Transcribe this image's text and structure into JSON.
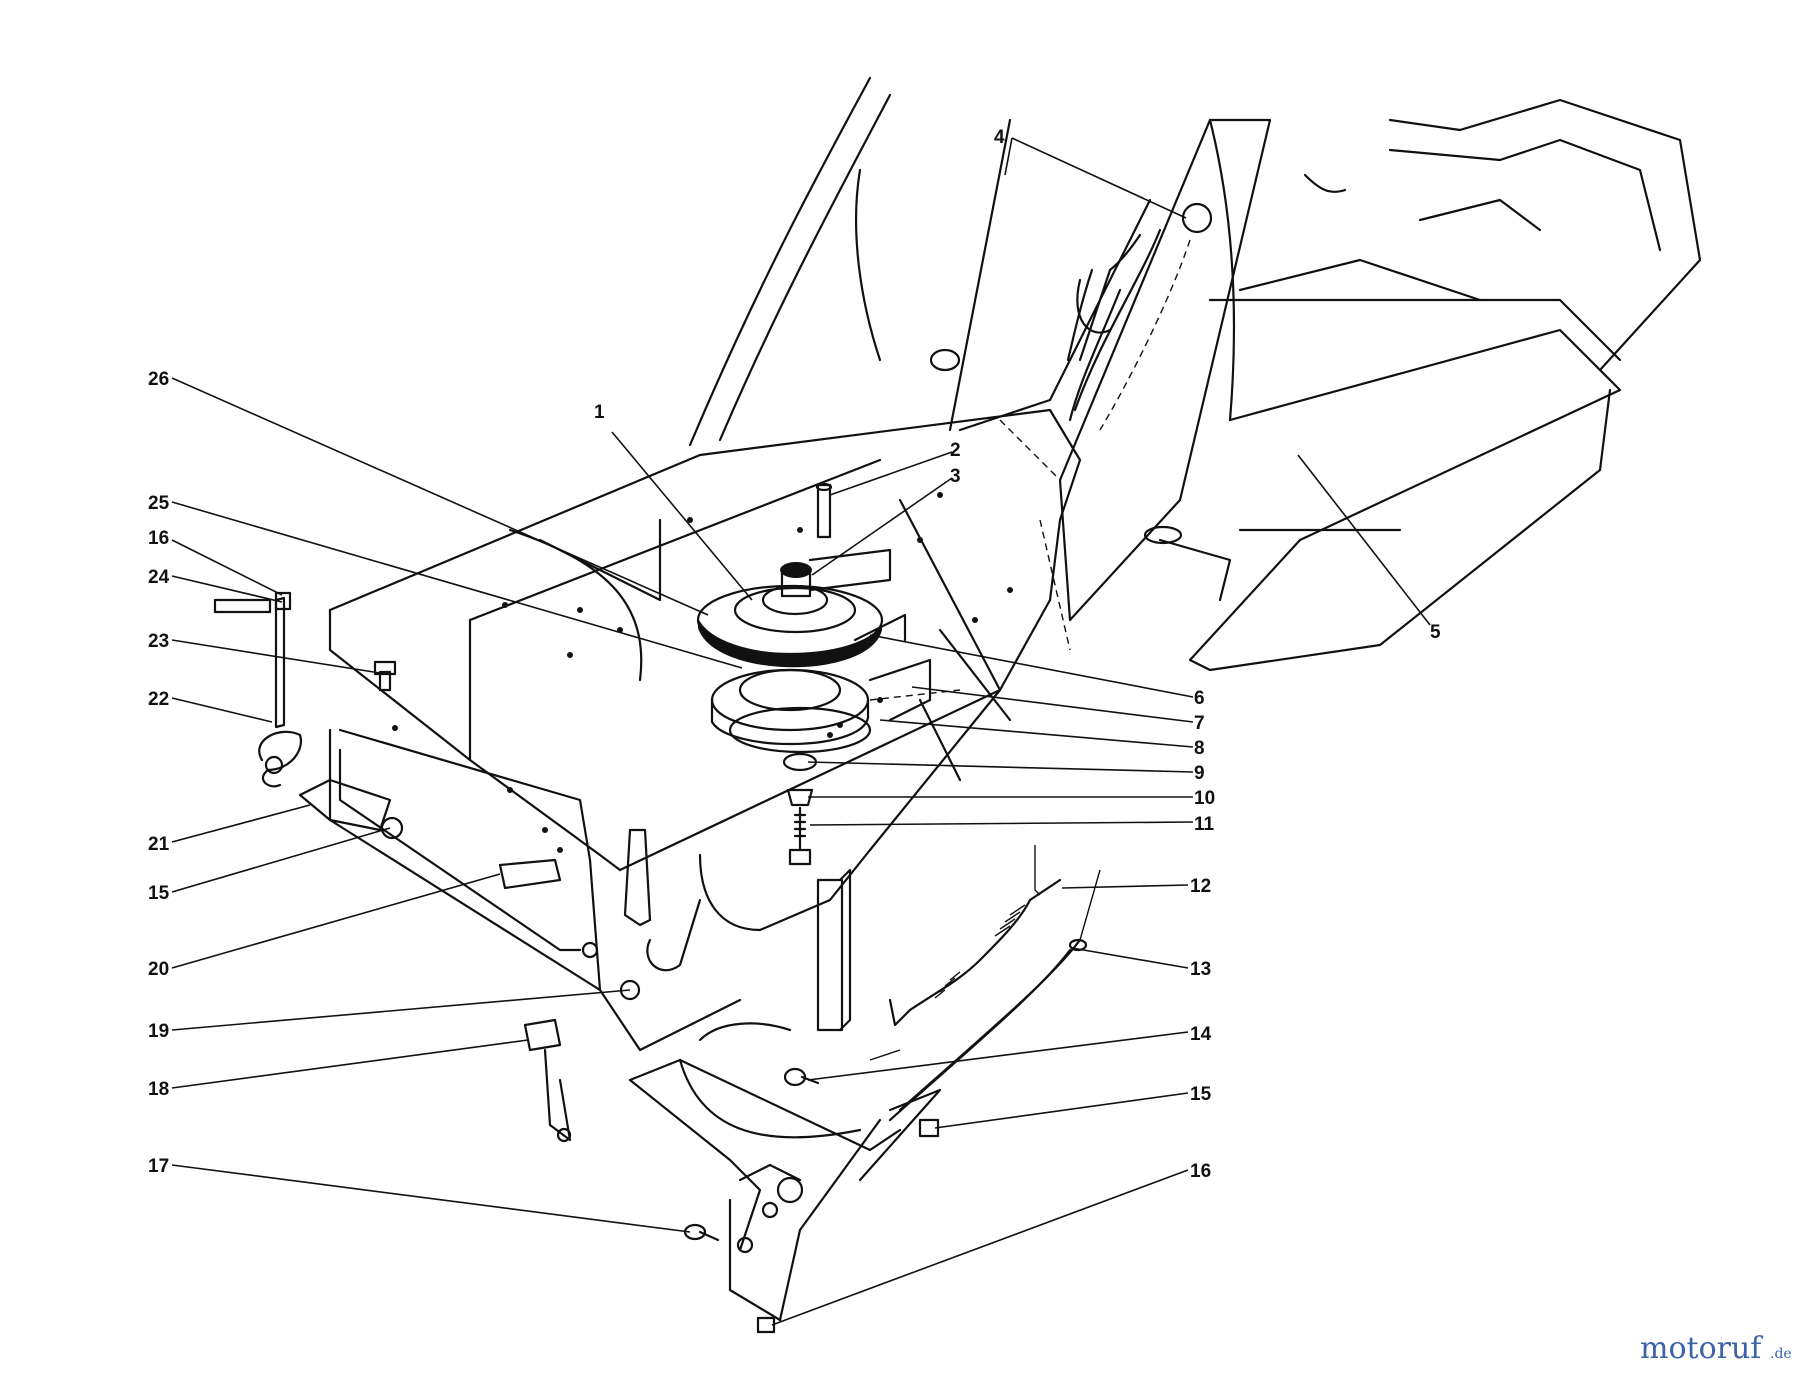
{
  "callouts": [
    {
      "id": "c1",
      "text": "1"
    },
    {
      "id": "c2",
      "text": "2"
    },
    {
      "id": "c3",
      "text": "3"
    },
    {
      "id": "c4",
      "text": "4"
    },
    {
      "id": "c5",
      "text": "5"
    },
    {
      "id": "c6",
      "text": "6"
    },
    {
      "id": "c7",
      "text": "7"
    },
    {
      "id": "c8",
      "text": "8"
    },
    {
      "id": "c9",
      "text": "9"
    },
    {
      "id": "c10",
      "text": "10"
    },
    {
      "id": "c11",
      "text": "11"
    },
    {
      "id": "c12",
      "text": "12"
    },
    {
      "id": "c13",
      "text": "13"
    },
    {
      "id": "c14",
      "text": "14"
    },
    {
      "id": "c15a",
      "text": "15"
    },
    {
      "id": "c16a",
      "text": "16"
    },
    {
      "id": "c17",
      "text": "17"
    },
    {
      "id": "c18",
      "text": "18"
    },
    {
      "id": "c19",
      "text": "19"
    },
    {
      "id": "c20",
      "text": "20"
    },
    {
      "id": "c21",
      "text": "21"
    },
    {
      "id": "c15b",
      "text": "15"
    },
    {
      "id": "c22",
      "text": "22"
    },
    {
      "id": "c23",
      "text": "23"
    },
    {
      "id": "c24",
      "text": "24"
    },
    {
      "id": "c16b",
      "text": "16"
    },
    {
      "id": "c25",
      "text": "25"
    },
    {
      "id": "c26",
      "text": "26"
    }
  ],
  "watermark": {
    "brand": "motoruf",
    "suffix": ".de"
  },
  "colors": {
    "ink": "#111111",
    "watermark": "#3a63a8",
    "background": "#ffffff"
  }
}
